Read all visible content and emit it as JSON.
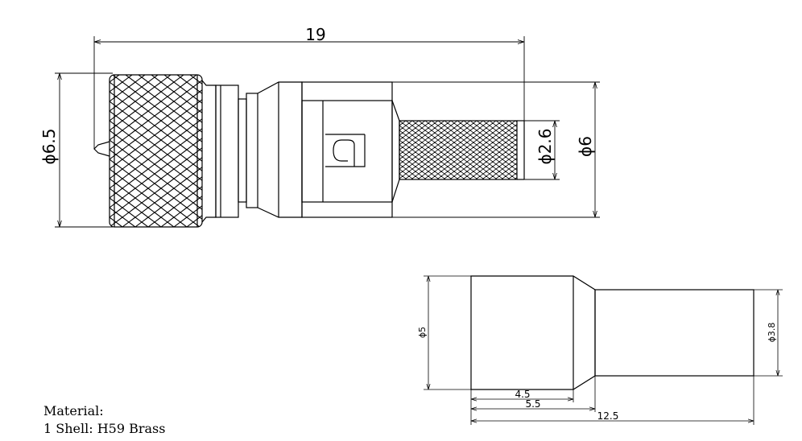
{
  "dimensions": {
    "overall_length": "19",
    "knurl_diameter": "ϕ6.5",
    "body_diameter": "ϕ6",
    "pin_diameter": "ϕ2.6",
    "part_large_diameter": "ϕ5",
    "part_small_diameter": "ϕ3.8",
    "part_len_a": "4.5",
    "part_len_b": "5.5",
    "part_len_total": "12.5"
  },
  "notes": {
    "material_label": "Material:",
    "line1": "1 Shell: H59 Brass"
  }
}
